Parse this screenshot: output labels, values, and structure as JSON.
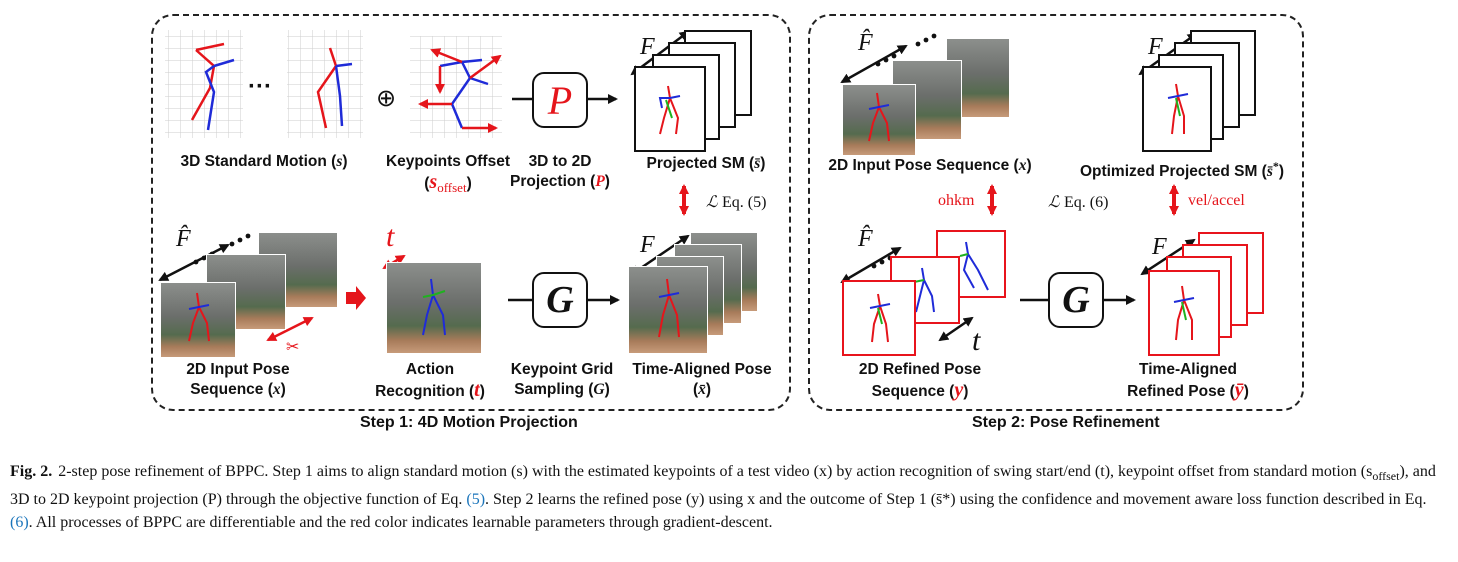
{
  "step1": {
    "title": "Step 1: 4D Motion Projection",
    "labels": {
      "standard_motion": "3D Standard Motion (",
      "standard_motion_sym": "s",
      "keypoints_offset": "Keypoints Offset",
      "keypoints_offset_sym": "s",
      "keypoints_offset_sub": "offset",
      "projection_line1": "3D to 2D",
      "projection_line2": "Projection (",
      "projection_sym": "P",
      "projected_sm": "Projected SM (",
      "projected_sm_sym": "s̄",
      "input_pose_line1": "2D Input Pose",
      "input_pose_line2": "Sequence (",
      "input_pose_sym": "x",
      "action_line1": "Action",
      "action_line2": "Recognition (",
      "action_sym": "t",
      "grid_line1": "Keypoint Grid",
      "grid_line2": "Sampling (",
      "grid_sym": "G",
      "aligned_line1": "Time-Aligned Pose",
      "aligned_sym": "x̄"
    },
    "loss_text": "Eq. (5)",
    "loss_sym": "ℒ",
    "ellipsis": "···",
    "oplus": "⊕",
    "box_p": "P",
    "box_g": "G",
    "frame_symbol": "F",
    "frame_symbol_hat": "F̂",
    "t_symbol": "t"
  },
  "step2": {
    "title": "Step 2: Pose Refinement",
    "labels": {
      "input_pose": "2D Input Pose Sequence (",
      "input_pose_sym": "x",
      "optimized": "Optimized Projected SM (",
      "optimized_sym": "s̄",
      "optimized_sup": "*",
      "refined_line1": "2D Refined Pose",
      "refined_line2": "Sequence (",
      "refined_sym": "y",
      "aligned_line1": "Time-Aligned",
      "aligned_line2": "Refined Pose (",
      "aligned_sym": "ȳ"
    },
    "ohkm": "ohkm",
    "vel_accel": "vel/accel",
    "loss_text": "Eq. (6)",
    "loss_sym": "ℒ",
    "box_g": "G",
    "frame_symbol": "F",
    "frame_symbol_hat": "F̂",
    "t_symbol": "t"
  },
  "caption": {
    "fig_label": "Fig. 2.",
    "text_a": "2-step pose refinement of BPPC. Step 1 aims to align standard motion (s) with the estimated keypoints of a test video (x) by action recognition of swing start/end (t), keypoint offset from standard motion (s",
    "text_a_sub": "offset",
    "text_b": "), and 3D to 2D keypoint projection (P) through the objective function of Eq.",
    "ref5": "(5)",
    "text_c": ". Step 2 learns the refined pose (y) using x and the outcome of Step 1 (s̄*) using the confidence and movement aware loss function described in Eq.",
    "ref6": "(6)",
    "text_d": ". All processes of BPPC are differentiable and the red color indicates learnable parameters through gradient-descent."
  },
  "colors": {
    "accent_red": "#e5151b",
    "link_blue": "#1b75bb",
    "skeleton_blue": "#1f2bd8",
    "skeleton_green": "#1fb21f"
  }
}
